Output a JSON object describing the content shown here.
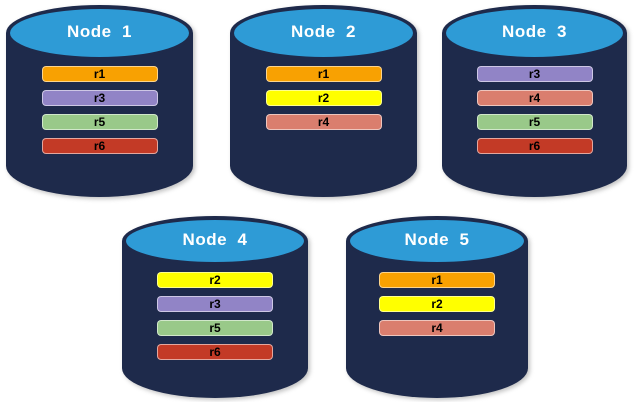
{
  "diagram": {
    "background_color": "#FFFFFF",
    "cylinder": {
      "body_color": "#1E2A4B",
      "top_color": "#2E9BD6",
      "label_color": "#FFFFFF"
    },
    "bar_label_color": "#000000",
    "replica_colors": {
      "r1": "#F8A102",
      "r2": "#FFFF00",
      "r3": "#9184C6",
      "r4": "#DA7E6E",
      "r5": "#99C989",
      "r6": "#C33A26"
    },
    "nodes": [
      {
        "label": "Node  1",
        "replicas": [
          "r1",
          "r3",
          "r5",
          "r6"
        ]
      },
      {
        "label": "Node  2",
        "replicas": [
          "r1",
          "r2",
          "r4"
        ]
      },
      {
        "label": "Node  3",
        "replicas": [
          "r3",
          "r4",
          "r5",
          "r6"
        ]
      },
      {
        "label": "Node  4",
        "replicas": [
          "r2",
          "r3",
          "r5",
          "r6"
        ]
      },
      {
        "label": "Node  5",
        "replicas": [
          "r1",
          "r2",
          "r4"
        ]
      }
    ]
  }
}
